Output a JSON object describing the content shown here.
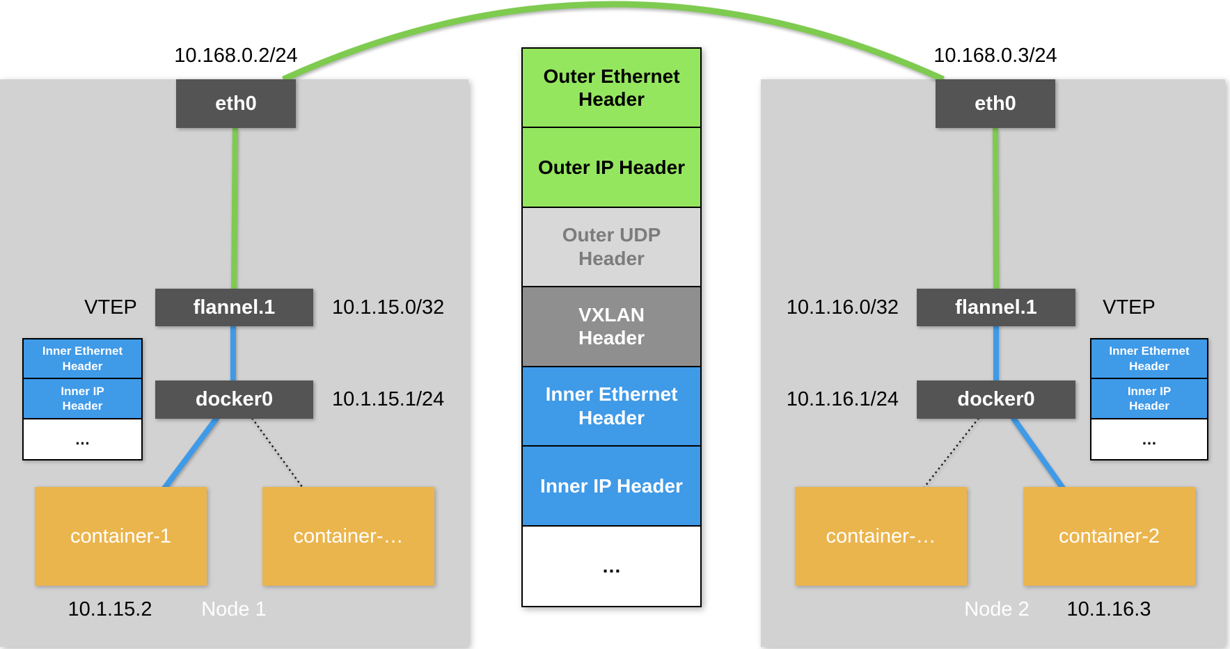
{
  "left_node": {
    "title": "Node 1",
    "host_ip": "10.168.0.2/24",
    "eth0_label": "eth0",
    "vtep_label": "VTEP",
    "flannel_label": "flannel.1",
    "flannel_ip": "10.1.15.0/32",
    "docker_label": "docker0",
    "docker_ip": "10.1.15.1/24",
    "container_a": "container-1",
    "container_a_ip": "10.1.15.2",
    "container_b": "container-…",
    "inner_stack": [
      {
        "label": "Inner Ethernet\nHeader",
        "bg": "#3f9ae8",
        "fg": "#ffffff"
      },
      {
        "label": "Inner IP\nHeader",
        "bg": "#3f9ae8",
        "fg": "#ffffff"
      },
      {
        "label": "…",
        "bg": "#ffffff",
        "fg": "#000000"
      }
    ]
  },
  "right_node": {
    "title": "Node 2",
    "host_ip": "10.168.0.3/24",
    "eth0_label": "eth0",
    "vtep_label": "VTEP",
    "flannel_label": "flannel.1",
    "flannel_ip": "10.1.16.0/32",
    "docker_label": "docker0",
    "docker_ip": "10.1.16.1/24",
    "container_a": "container-…",
    "container_b": "container-2",
    "container_b_ip": "10.1.16.3",
    "inner_stack": [
      {
        "label": "Inner Ethernet\nHeader",
        "bg": "#3f9ae8",
        "fg": "#ffffff"
      },
      {
        "label": "Inner IP\nHeader",
        "bg": "#3f9ae8",
        "fg": "#ffffff"
      },
      {
        "label": "…",
        "bg": "#ffffff",
        "fg": "#000000"
      }
    ]
  },
  "packet_stack": {
    "sections": [
      {
        "label": "Outer Ethernet\nHeader",
        "bg": "#95e65f",
        "fg": "#000000"
      },
      {
        "label": "Outer IP Header",
        "bg": "#95e65f",
        "fg": "#000000"
      },
      {
        "label": "Outer UDP\nHeader",
        "bg": "#d8d8d8",
        "fg": "#7c7c7c"
      },
      {
        "label": "VXLAN\nHeader",
        "bg": "#8f8f8f",
        "fg": "#ffffff"
      },
      {
        "label": "Inner Ethernet\nHeader",
        "bg": "#3f9ae8",
        "fg": "#ffffff"
      },
      {
        "label": "Inner IP Header",
        "bg": "#3f9ae8",
        "fg": "#ffffff"
      },
      {
        "label": "…",
        "bg": "#ffffff",
        "fg": "#000000"
      }
    ]
  },
  "colors": {
    "node_background": "#d2d2d2",
    "interface_box": "#545454",
    "container_box": "#ebb54d",
    "outer_header_green": "#95e65f",
    "udp_gray": "#d8d8d8",
    "vxlan_gray": "#8f8f8f",
    "inner_header_blue": "#3f9ae8",
    "physical_link_green": "#7ecb50",
    "overlay_link_blue": "#3f9ae8",
    "dotted_link": "#1a1a1a"
  }
}
